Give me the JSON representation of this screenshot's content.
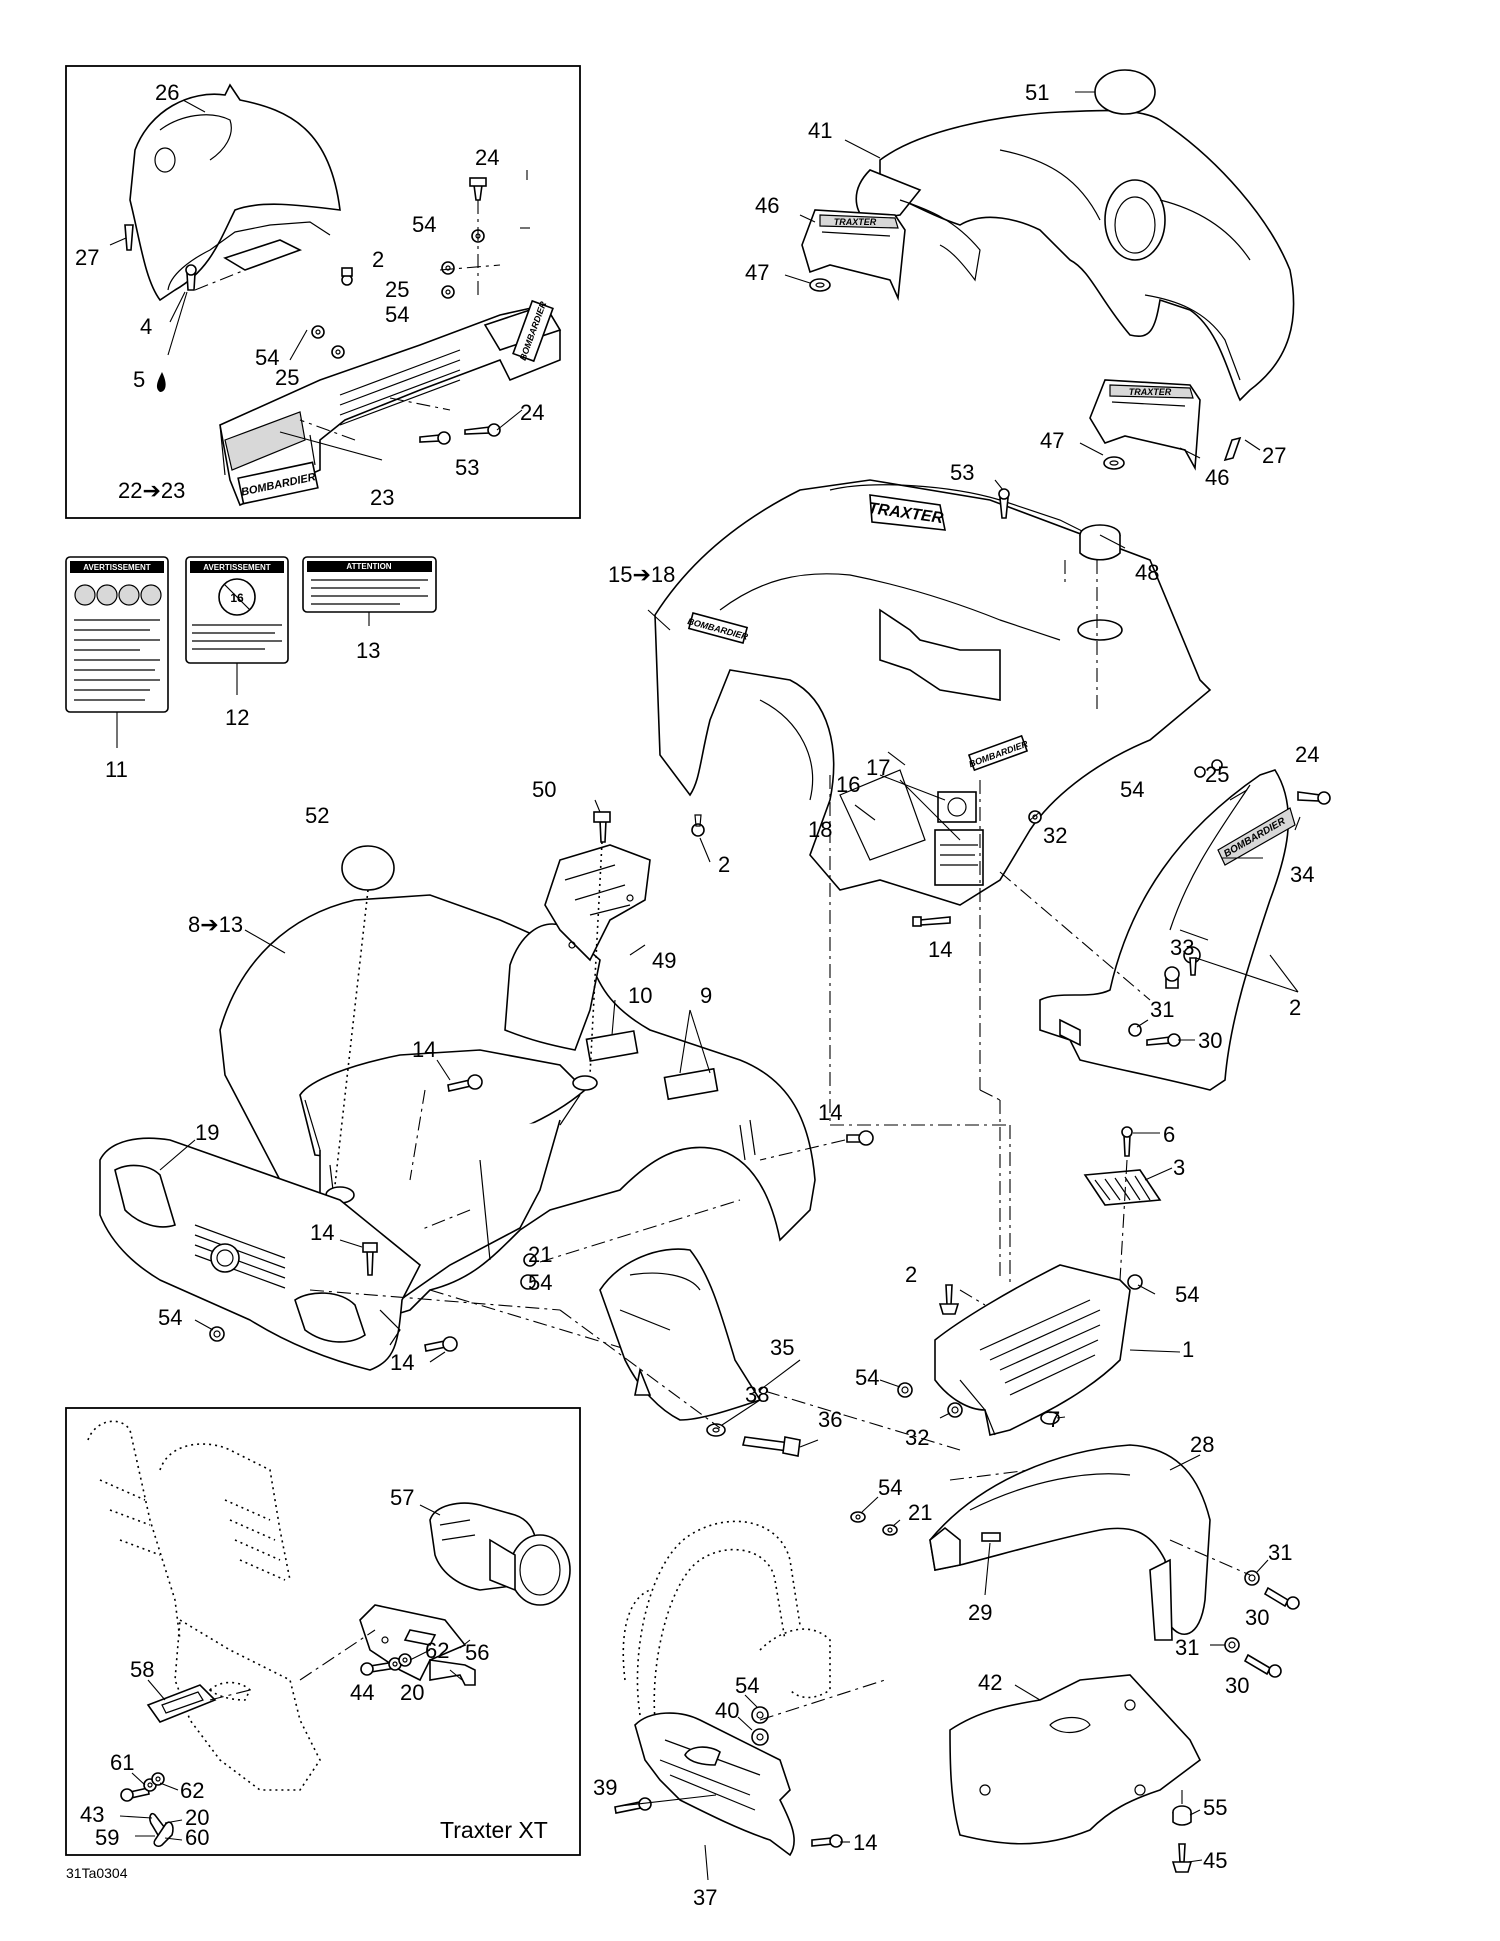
{
  "figure_code": "31Ta0304",
  "inset_bottom_label": "Traxter XT",
  "brand_marks": {
    "bombardier": "BOMBARDIER",
    "traxter": "TRAXTER"
  },
  "decals": {
    "warning_fr": "AVERTISSEMENT",
    "attention": "ATTENTION",
    "age_badge": "16"
  },
  "callouts": [
    {
      "id": "c26",
      "text": "26"
    },
    {
      "id": "c27a",
      "text": "27"
    },
    {
      "id": "c24a",
      "text": "24"
    },
    {
      "id": "c54a",
      "text": "54"
    },
    {
      "id": "c2a",
      "text": "2"
    },
    {
      "id": "c25a",
      "text": "25"
    },
    {
      "id": "c54b",
      "text": "54"
    },
    {
      "id": "c4",
      "text": "4"
    },
    {
      "id": "c5",
      "text": "5"
    },
    {
      "id": "c54c",
      "text": "54"
    },
    {
      "id": "c25b",
      "text": "25"
    },
    {
      "id": "c24b",
      "text": "24"
    },
    {
      "id": "c53a",
      "text": "53"
    },
    {
      "id": "c22_23",
      "text": "22➔23"
    },
    {
      "id": "c23",
      "text": "23"
    },
    {
      "id": "c51",
      "text": "51"
    },
    {
      "id": "c41",
      "text": "41"
    },
    {
      "id": "c46a",
      "text": "46"
    },
    {
      "id": "c47a",
      "text": "47"
    },
    {
      "id": "c47b",
      "text": "47"
    },
    {
      "id": "c46b",
      "text": "46"
    },
    {
      "id": "c27b",
      "text": "27"
    },
    {
      "id": "c11",
      "text": "11"
    },
    {
      "id": "c12",
      "text": "12"
    },
    {
      "id": "c13",
      "text": "13"
    },
    {
      "id": "c53b",
      "text": "53"
    },
    {
      "id": "c48",
      "text": "48"
    },
    {
      "id": "c15_18",
      "text": "15➔18"
    },
    {
      "id": "c17",
      "text": "17"
    },
    {
      "id": "c16",
      "text": "16"
    },
    {
      "id": "c18",
      "text": "18"
    },
    {
      "id": "c2b",
      "text": "2"
    },
    {
      "id": "c54d",
      "text": "54"
    },
    {
      "id": "c25c",
      "text": "25"
    },
    {
      "id": "c24c",
      "text": "24"
    },
    {
      "id": "c32a",
      "text": "32"
    },
    {
      "id": "c34",
      "text": "34"
    },
    {
      "id": "c33",
      "text": "33"
    },
    {
      "id": "c14a",
      "text": "14"
    },
    {
      "id": "c31a",
      "text": "31"
    },
    {
      "id": "c30a",
      "text": "30"
    },
    {
      "id": "c2c",
      "text": "2"
    },
    {
      "id": "c52",
      "text": "52"
    },
    {
      "id": "c50",
      "text": "50"
    },
    {
      "id": "c8_13",
      "text": "8➔13"
    },
    {
      "id": "c49",
      "text": "49"
    },
    {
      "id": "c10",
      "text": "10"
    },
    {
      "id": "c9",
      "text": "9"
    },
    {
      "id": "c14b",
      "text": "14"
    },
    {
      "id": "c19",
      "text": "19"
    },
    {
      "id": "c14c",
      "text": "14"
    },
    {
      "id": "c6",
      "text": "6"
    },
    {
      "id": "c3",
      "text": "3"
    },
    {
      "id": "c14d",
      "text": "14"
    },
    {
      "id": "c21a",
      "text": "21"
    },
    {
      "id": "c54e",
      "text": "54"
    },
    {
      "id": "c2d",
      "text": "2"
    },
    {
      "id": "c54f",
      "text": "54"
    },
    {
      "id": "c54g",
      "text": "54"
    },
    {
      "id": "c35",
      "text": "35"
    },
    {
      "id": "c1",
      "text": "1"
    },
    {
      "id": "c14e",
      "text": "14"
    },
    {
      "id": "c54h",
      "text": "54"
    },
    {
      "id": "c38",
      "text": "38"
    },
    {
      "id": "c36",
      "text": "36"
    },
    {
      "id": "c32b",
      "text": "32"
    },
    {
      "id": "c7",
      "text": "7"
    },
    {
      "id": "c28",
      "text": "28"
    },
    {
      "id": "c54i",
      "text": "54"
    },
    {
      "id": "c21b",
      "text": "21"
    },
    {
      "id": "c31b",
      "text": "31"
    },
    {
      "id": "c29",
      "text": "29"
    },
    {
      "id": "c30b",
      "text": "30"
    },
    {
      "id": "c31c",
      "text": "31"
    },
    {
      "id": "c30c",
      "text": "30"
    },
    {
      "id": "c57",
      "text": "57"
    },
    {
      "id": "c62a",
      "text": "62"
    },
    {
      "id": "c56",
      "text": "56"
    },
    {
      "id": "c44",
      "text": "44"
    },
    {
      "id": "c20a",
      "text": "20"
    },
    {
      "id": "c58",
      "text": "58"
    },
    {
      "id": "c61",
      "text": "61"
    },
    {
      "id": "c62b",
      "text": "62"
    },
    {
      "id": "c43",
      "text": "43"
    },
    {
      "id": "c20b",
      "text": "20"
    },
    {
      "id": "c59",
      "text": "59"
    },
    {
      "id": "c60",
      "text": "60"
    },
    {
      "id": "c54j",
      "text": "54"
    },
    {
      "id": "c40",
      "text": "40"
    },
    {
      "id": "c39",
      "text": "39"
    },
    {
      "id": "c37",
      "text": "37"
    },
    {
      "id": "c14f",
      "text": "14"
    },
    {
      "id": "c42",
      "text": "42"
    },
    {
      "id": "c55",
      "text": "55"
    },
    {
      "id": "c45",
      "text": "45"
    }
  ]
}
